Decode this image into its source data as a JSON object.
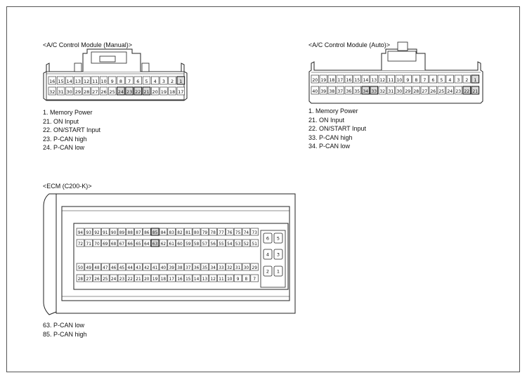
{
  "manual": {
    "title": "<A/C Control Module (Manual)>",
    "row1": [
      "16",
      "15",
      "14",
      "13",
      "12",
      "11",
      "10",
      "9",
      "8",
      "7",
      "6",
      "5",
      "4",
      "3",
      "2",
      "1"
    ],
    "row2": [
      "32",
      "31",
      "30",
      "29",
      "28",
      "27",
      "26",
      "25",
      "24",
      "23",
      "22",
      "21",
      "20",
      "19",
      "18",
      "17"
    ],
    "highlight": [
      "1",
      "21",
      "22",
      "23",
      "24"
    ],
    "pins": [
      "1. Memory Power",
      "21. ON Input",
      "22. ON/START Input",
      "23. P-CAN high",
      "24. P-CAN low"
    ]
  },
  "auto": {
    "title": "<A/C Control Module (Auto)>",
    "row1": [
      "20",
      "19",
      "18",
      "17",
      "16",
      "15",
      "14",
      "13",
      "12",
      "11",
      "10",
      "9",
      "8",
      "7",
      "6",
      "5",
      "4",
      "3",
      "2",
      "1"
    ],
    "row2": [
      "40",
      "39",
      "38",
      "37",
      "36",
      "35",
      "34",
      "33",
      "32",
      "31",
      "30",
      "29",
      "28",
      "27",
      "26",
      "25",
      "24",
      "23",
      "22",
      "21"
    ],
    "highlight": [
      "1",
      "21",
      "22",
      "33",
      "34"
    ],
    "pins": [
      "1. Memory Power",
      "21. ON Input",
      "22. ON/START Input",
      "33. P-CAN high",
      "34. P-CAN low"
    ]
  },
  "ecm": {
    "title": "<ECM (C200-K)>",
    "row1": [
      "94",
      "93",
      "92",
      "91",
      "90",
      "89",
      "88",
      "87",
      "86",
      "85",
      "84",
      "83",
      "82",
      "81",
      "80",
      "79",
      "78",
      "77",
      "76",
      "75",
      "74",
      "73"
    ],
    "row2": [
      "72",
      "71",
      "70",
      "69",
      "68",
      "67",
      "66",
      "65",
      "64",
      "63",
      "62",
      "61",
      "60",
      "59",
      "58",
      "57",
      "56",
      "55",
      "54",
      "53",
      "52",
      "51"
    ],
    "row3": [
      "50",
      "49",
      "48",
      "47",
      "46",
      "45",
      "44",
      "43",
      "42",
      "41",
      "40",
      "39",
      "38",
      "37",
      "36",
      "35",
      "34",
      "33",
      "32",
      "31",
      "30",
      "29"
    ],
    "row4": [
      "28",
      "27",
      "26",
      "25",
      "24",
      "23",
      "22",
      "21",
      "20",
      "19",
      "18",
      "17",
      "16",
      "15",
      "14",
      "13",
      "12",
      "11",
      "10",
      "9",
      "8",
      "7"
    ],
    "power": [
      [
        "6",
        "5"
      ],
      [
        "4",
        "3"
      ],
      [
        "2",
        "1"
      ]
    ],
    "highlight": [
      "63",
      "85"
    ],
    "pins": [
      "63. P-CAN low",
      "85. P-CAN high"
    ]
  }
}
